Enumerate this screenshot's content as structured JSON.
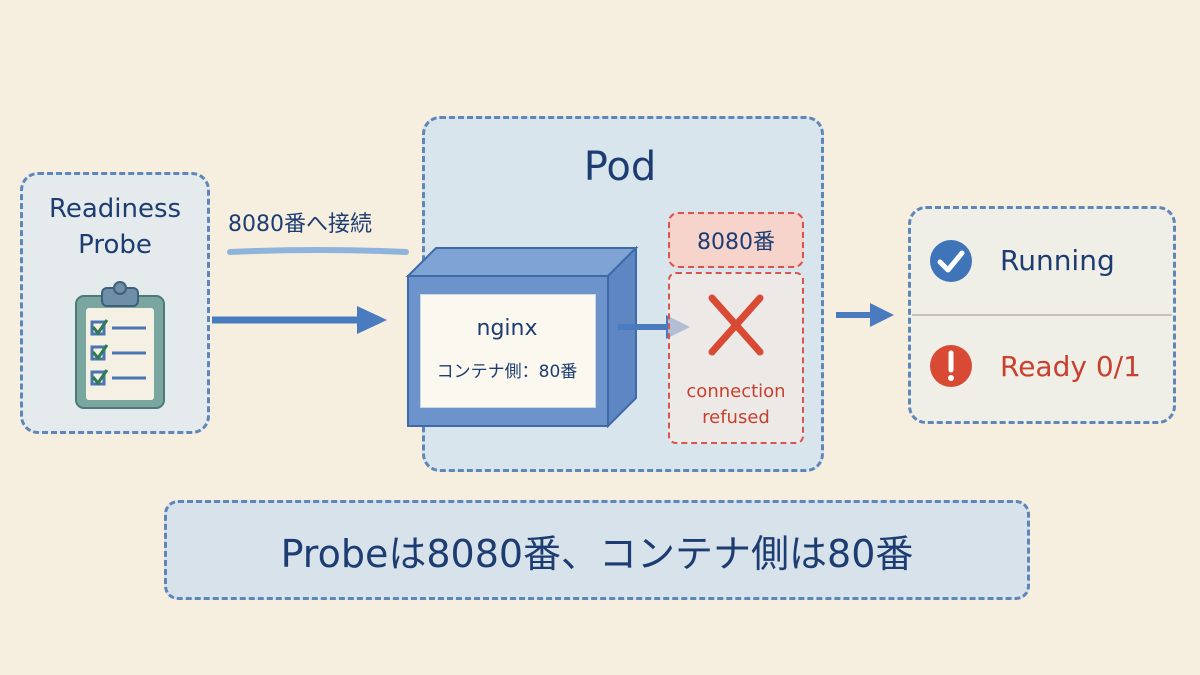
{
  "probe": {
    "line1": "Readiness",
    "line2": "Probe",
    "icon": "clipboard-checklist-icon"
  },
  "probe_arrow_label": "8080番へ接続",
  "pod": {
    "title": "Pod"
  },
  "container": {
    "name": "nginx",
    "port_text": "コンテナ側：80番"
  },
  "target_port": {
    "label": "8080番",
    "error_line1": "connection",
    "error_line2": "refused",
    "icon": "x-mark-icon"
  },
  "status": {
    "running": {
      "label": "Running",
      "icon": "check-circle-icon",
      "color": "#3f74b8"
    },
    "ready": {
      "label": "Ready 0/1",
      "icon": "exclamation-circle-icon",
      "color": "#d94a35"
    }
  },
  "summary": "Probeは8080番、コンテナ側は80番",
  "colors": {
    "background": "#f6efdf",
    "blue": "#3f74b8",
    "navy": "#1d3d72",
    "red": "#d94a35",
    "error_fill": "#f6d3cb"
  }
}
